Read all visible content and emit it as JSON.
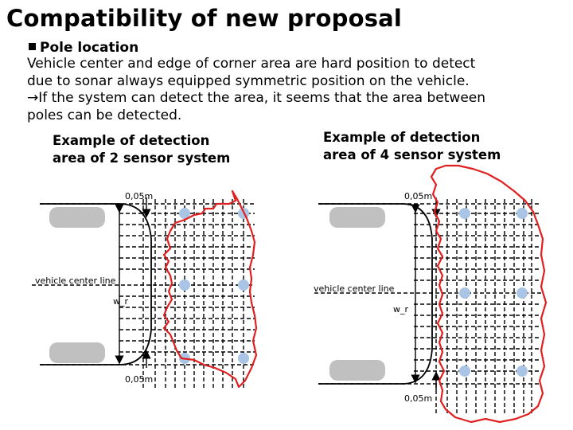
{
  "title": "Compatibility of new proposal",
  "bullet": "Pole location",
  "body_lines": [
    "Vehicle center and edge of corner area are hard position to detect",
    "due to sonar always equipped symmetric position on the vehicle.",
    "→If the system can detect the area, it seems that the area between",
    "poles can be detected."
  ],
  "left_diagram": {
    "caption_line1": "Example of detection",
    "caption_line2": "area of 2 sensor system",
    "label_top": "0,05m",
    "label_center": "vehicle center line",
    "label_w": "w_r",
    "label_bottom": "0,05m"
  },
  "right_diagram": {
    "caption_line1": "Example of detection",
    "caption_line2": "area of 4 sensor system",
    "label_top": "0,05m",
    "label_center": "vehicle center line",
    "label_w": "w_r",
    "label_bottom": "0,05m"
  },
  "colors": {
    "detection_outline": "#e02020",
    "pole_marker": "#a9c4e4",
    "car_fill": "#c0c0c0"
  }
}
